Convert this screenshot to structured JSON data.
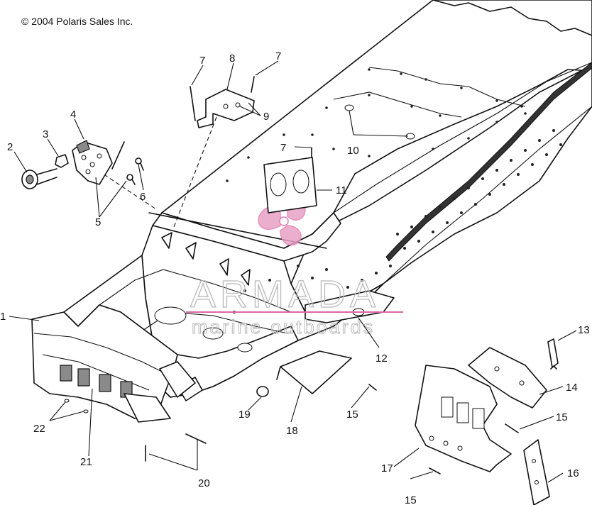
{
  "copyright": "© 2004 Polaris Sales Inc.",
  "watermark": {
    "brand": "ARMADA",
    "tagline": "marine outboards",
    "logo_color": "#e27fb3",
    "text_color": "#b9b9b9"
  },
  "callouts": {
    "n1": "1",
    "n2": "2",
    "n3": "3",
    "n4": "4",
    "n5": "5",
    "n6": "6",
    "n7a": "7",
    "n7b": "7",
    "n7c": "7",
    "n8": "8",
    "n9": "9",
    "n10": "10",
    "n11": "11",
    "n12": "12",
    "n13": "13",
    "n14": "14",
    "n15a": "15",
    "n15b": "15",
    "n15c": "15",
    "n16": "16",
    "n17": "17",
    "n18": "18",
    "n19": "19",
    "n20": "20",
    "n21": "21",
    "n22": "22"
  }
}
